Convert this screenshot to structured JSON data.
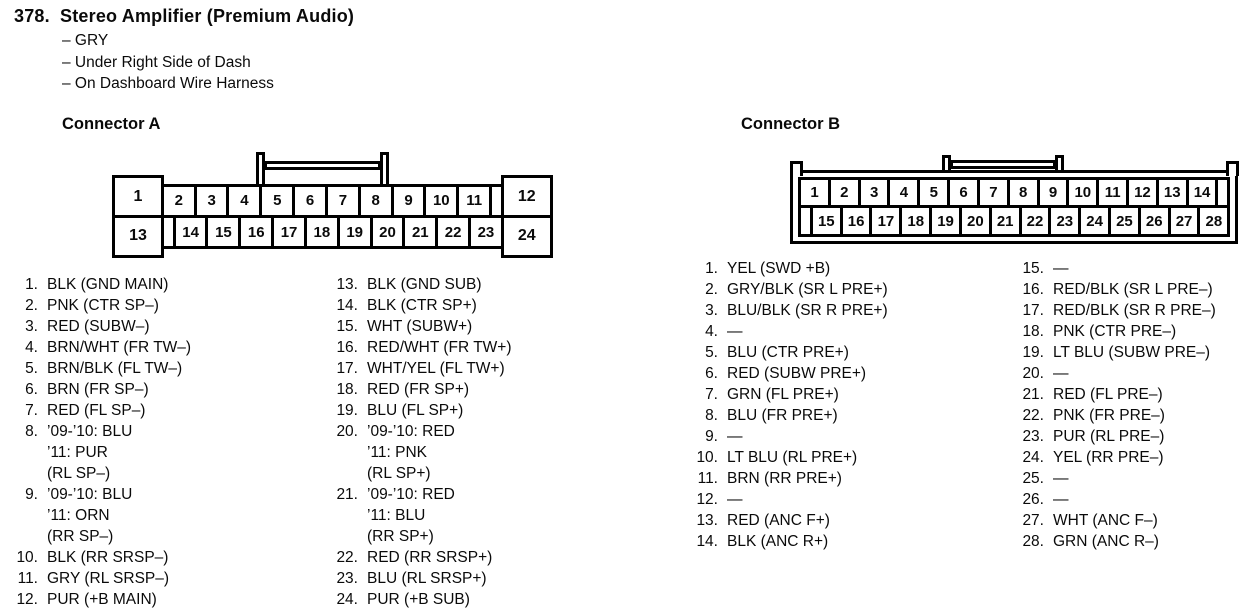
{
  "page": {
    "title_number": "378.",
    "title": "Stereo Amplifier (Premium Audio)",
    "details": [
      "– GRY",
      "– Under Right Side of Dash",
      "– On Dashboard Wire Harness"
    ]
  },
  "connector_a": {
    "label": "Connector A",
    "diagram": {
      "left_big": [
        "1",
        "13"
      ],
      "right_big": [
        "12",
        "24"
      ],
      "top_row": [
        "2",
        "3",
        "4",
        "5",
        "6",
        "7",
        "8",
        "9",
        "10",
        "11",
        ""
      ],
      "bottom_row": [
        "",
        "14",
        "15",
        "16",
        "17",
        "18",
        "19",
        "20",
        "21",
        "22",
        "23"
      ]
    },
    "pins_left": [
      {
        "num": "1.",
        "lines": [
          "BLK (GND MAIN)"
        ]
      },
      {
        "num": "2.",
        "lines": [
          "PNK (CTR SP–)"
        ]
      },
      {
        "num": "3.",
        "lines": [
          "RED (SUBW–)"
        ]
      },
      {
        "num": "4.",
        "lines": [
          "BRN/WHT (FR TW–)"
        ]
      },
      {
        "num": "5.",
        "lines": [
          "BRN/BLK (FL TW–)"
        ]
      },
      {
        "num": "6.",
        "lines": [
          "BRN (FR SP–)"
        ]
      },
      {
        "num": "7.",
        "lines": [
          "RED (FL SP–)"
        ]
      },
      {
        "num": "8.",
        "lines": [
          "’09-’10: BLU",
          "’11: PUR",
          "(RL SP–)"
        ]
      },
      {
        "num": "9.",
        "lines": [
          "’09-’10: BLU",
          "’11: ORN",
          "(RR SP–)"
        ]
      },
      {
        "num": "10.",
        "lines": [
          "BLK (RR SRSP–)"
        ]
      },
      {
        "num": "11.",
        "lines": [
          "GRY (RL SRSP–)"
        ]
      },
      {
        "num": "12.",
        "lines": [
          "PUR (+B MAIN)"
        ]
      }
    ],
    "pins_right": [
      {
        "num": "13.",
        "lines": [
          "BLK (GND SUB)"
        ]
      },
      {
        "num": "14.",
        "lines": [
          "BLK (CTR SP+)"
        ]
      },
      {
        "num": "15.",
        "lines": [
          "WHT (SUBW+)"
        ]
      },
      {
        "num": "16.",
        "lines": [
          "RED/WHT (FR TW+)"
        ]
      },
      {
        "num": "17.",
        "lines": [
          "WHT/YEL (FL TW+)"
        ]
      },
      {
        "num": "18.",
        "lines": [
          "RED (FR SP+)"
        ]
      },
      {
        "num": "19.",
        "lines": [
          "BLU (FL SP+)"
        ]
      },
      {
        "num": "20.",
        "lines": [
          "’09-’10: RED",
          "’11: PNK",
          "(RL SP+)"
        ]
      },
      {
        "num": "21.",
        "lines": [
          "’09-’10: RED",
          "’11: BLU",
          "(RR SP+)"
        ]
      },
      {
        "num": "22.",
        "lines": [
          "RED (RR SRSP+)"
        ]
      },
      {
        "num": "23.",
        "lines": [
          "BLU (RL SRSP+)"
        ]
      },
      {
        "num": "24.",
        "lines": [
          "PUR (+B SUB)"
        ]
      }
    ]
  },
  "connector_b": {
    "label": "Connector B",
    "diagram": {
      "top_row": [
        "1",
        "2",
        "3",
        "4",
        "5",
        "6",
        "7",
        "8",
        "9",
        "10",
        "11",
        "12",
        "13",
        "14",
        ""
      ],
      "bottom_row": [
        "",
        "15",
        "16",
        "17",
        "18",
        "19",
        "20",
        "21",
        "22",
        "23",
        "24",
        "25",
        "26",
        "27",
        "28"
      ]
    },
    "pins_left": [
      {
        "num": "1.",
        "lines": [
          "YEL (SWD +B)"
        ]
      },
      {
        "num": "2.",
        "lines": [
          "GRY/BLK (SR L PRE+)"
        ]
      },
      {
        "num": "3.",
        "lines": [
          "BLU/BLK (SR R PRE+)"
        ]
      },
      {
        "num": "4.",
        "lines": [
          "—"
        ]
      },
      {
        "num": "5.",
        "lines": [
          "BLU (CTR PRE+)"
        ]
      },
      {
        "num": "6.",
        "lines": [
          "RED (SUBW PRE+)"
        ]
      },
      {
        "num": "7.",
        "lines": [
          "GRN (FL PRE+)"
        ]
      },
      {
        "num": "8.",
        "lines": [
          "BLU (FR PRE+)"
        ]
      },
      {
        "num": "9.",
        "lines": [
          "—"
        ]
      },
      {
        "num": "10.",
        "lines": [
          "LT BLU (RL PRE+)"
        ]
      },
      {
        "num": "11.",
        "lines": [
          "BRN (RR PRE+)"
        ]
      },
      {
        "num": "12.",
        "lines": [
          "—"
        ]
      },
      {
        "num": "13.",
        "lines": [
          "RED (ANC F+)"
        ]
      },
      {
        "num": "14.",
        "lines": [
          "BLK (ANC R+)"
        ]
      }
    ],
    "pins_right": [
      {
        "num": "15.",
        "lines": [
          "—"
        ]
      },
      {
        "num": "16.",
        "lines": [
          "RED/BLK (SR L PRE–)"
        ]
      },
      {
        "num": "17.",
        "lines": [
          "RED/BLK (SR R PRE–)"
        ]
      },
      {
        "num": "18.",
        "lines": [
          "PNK (CTR PRE–)"
        ]
      },
      {
        "num": "19.",
        "lines": [
          "LT BLU (SUBW PRE–)"
        ]
      },
      {
        "num": "20.",
        "lines": [
          "—"
        ]
      },
      {
        "num": "21.",
        "lines": [
          "RED (FL PRE–)"
        ]
      },
      {
        "num": "22.",
        "lines": [
          "PNK (FR PRE–)"
        ]
      },
      {
        "num": "23.",
        "lines": [
          "PUR (RL PRE–)"
        ]
      },
      {
        "num": "24.",
        "lines": [
          "YEL (RR PRE–)"
        ]
      },
      {
        "num": "25.",
        "lines": [
          "—"
        ]
      },
      {
        "num": "26.",
        "lines": [
          "—"
        ]
      },
      {
        "num": "27.",
        "lines": [
          "WHT (ANC F–)"
        ]
      },
      {
        "num": "28.",
        "lines": [
          "GRN (ANC R–)"
        ]
      }
    ]
  }
}
